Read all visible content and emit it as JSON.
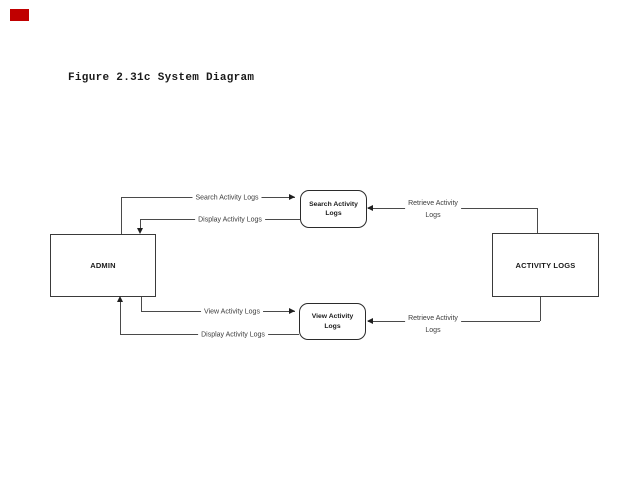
{
  "figure": {
    "caption": "Figure 2.31c System Diagram"
  },
  "marker": {
    "description": "small red rectangle at top-left",
    "color": "#C00000"
  },
  "colors": {
    "line": "#4a4a4a",
    "box_border": "#3a3a3a",
    "text": "#1a1a1a"
  },
  "diagram": {
    "nodes": {
      "admin": {
        "label": "ADMIN"
      },
      "search_activity_logs": {
        "label": "Search Activity Logs",
        "label_line1": "Search Activity",
        "label_line2": "Logs"
      },
      "view_activity_logs": {
        "label": "View Activity Logs",
        "label_line1": "View Activity",
        "label_line2": "Logs"
      },
      "activity_logs": {
        "label": "ACTIVITY LOGS"
      }
    },
    "edges": [
      {
        "id": "search",
        "from": "ADMIN",
        "to": "Search Activity Logs",
        "label": "Search Activity Logs"
      },
      {
        "id": "display-top",
        "from": "Search Activity Logs",
        "to": "ADMIN",
        "label": "Display Activity Logs"
      },
      {
        "id": "retrieve-top",
        "from": "ACTIVITY LOGS",
        "to": "Search Activity Logs",
        "label": "Retrieve Activity Logs",
        "label_line1": "Retrieve Activity",
        "label_line2": "Logs"
      },
      {
        "id": "view",
        "from": "ADMIN",
        "to": "View Activity Logs",
        "label": "View Activity Logs"
      },
      {
        "id": "display-bottom",
        "from": "View Activity Logs",
        "to": "ADMIN",
        "label": "Display Activity Logs"
      },
      {
        "id": "retrieve-bottom",
        "from": "ACTIVITY LOGS",
        "to": "View Activity Logs",
        "label": "Retrieve Activity Logs",
        "label_line1": "Retrieve Activity",
        "label_line2": "Logs"
      }
    ]
  }
}
